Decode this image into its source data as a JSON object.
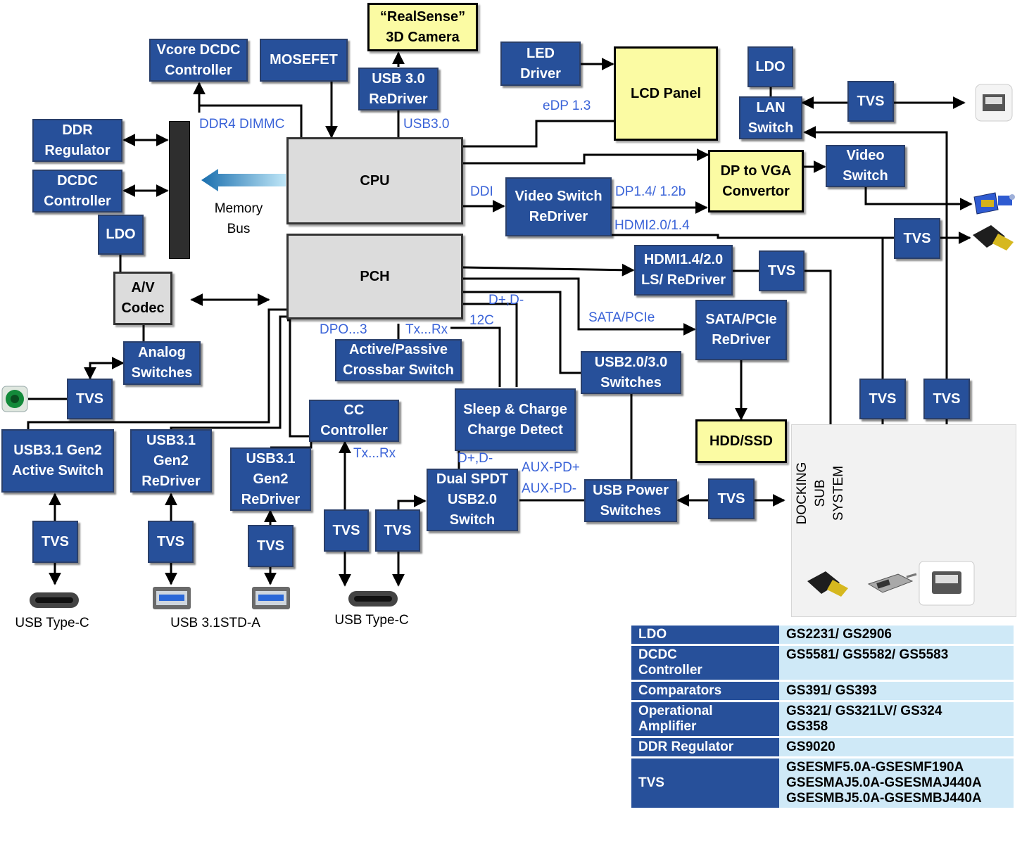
{
  "blocks": {
    "vcore": "Vcore DCDC\nController",
    "mosefet": "MOSEFET",
    "realsense": "“RealSense”\n3D Camera",
    "usb30redriver": "USB 3.0\nReDriver",
    "led": "LED\nDriver",
    "lcd": "LCD Panel",
    "ldo_top": "LDO",
    "lan": "LAN\nSwitch",
    "tvs_lan": "TVS",
    "ddr_reg": "DDR\nRegulator",
    "dcdc": "DCDC\nController",
    "ldo_left": "LDO",
    "cpu": "CPU",
    "dp2vga": "DP to VGA\nConvertor",
    "video_switch": "Video\nSwitch",
    "vsr": "Video Switch\nReDriver",
    "tvs_hdmi": "TVS",
    "pch": "PCH",
    "av": "A/V\nCodec",
    "hdmi14": "HDMI1.4/2.0\nLS/ ReDriver",
    "tvs_hdmi14": "TVS",
    "sata": "SATA/PCIe\nReDriver",
    "analog": "Analog\nSwitches",
    "crossbar": "Active/Passive\nCrossbar Switch",
    "usbsw": "USB2.0/3.0\nSwitches",
    "tvs_audio": "TVS",
    "tvs_dock1": "TVS",
    "tvs_dock2": "TVS",
    "hdd": "HDD/SSD",
    "sleep": "Sleep & Charge\nCharge Detect",
    "cc": "CC\nController",
    "usb31as": "USB3.1 Gen2\nActive Switch",
    "usb31r1": "USB3.1\nGen2\nReDriver",
    "usb31r2": "USB3.1\nGen2\nReDriver",
    "dualspdt": "Dual SPDT\nUSB2.0\nSwitch",
    "usbpwr": "USB Power\nSwitches",
    "tvs_pwr": "TVS",
    "tvs_c1": "TVS",
    "tvs_a1": "TVS",
    "tvs_a2": "TVS",
    "tvs_c2a": "TVS",
    "tvs_c2b": "TVS"
  },
  "labels": {
    "ddr4": "DDR4 DIMMC",
    "usb30": "USB3.0",
    "edp": "eDP 1.3",
    "ddi": "DDI",
    "dp14": "DP1.4/ 1.2b",
    "hdmi20": "HDMI2.0/1.4",
    "memory_bus": "Memory\nBus",
    "dpo": "DPO...3",
    "txrx1": "Tx...Rx",
    "dpdm1": "D+,D-",
    "i2c": "12C",
    "sata_pcie": "SATA/PCIe",
    "txrx2": "Tx...Rx",
    "dpdm2": "D+,D-",
    "auxpd1": "AUX-PD+",
    "auxpd2": "AUX-PD-",
    "usb_type_c_1": "USB Type-C",
    "usb31_std_a": "USB 3.1STD-A",
    "usb_type_c_2": "USB Type-C",
    "docking": "DOCKING\nSUB SYSTEM"
  },
  "parts_table": [
    {
      "k": "LDO",
      "v": "GS2231/ GS2906"
    },
    {
      "k": "DCDC\nController",
      "v": "GS5581/ GS5582/ GS5583\n "
    },
    {
      "k": "Comparators",
      "v": "GS391/ GS393"
    },
    {
      "k": "Operational\nAmplifier",
      "v": "GS321/ GS321LV/  GS324\nGS358"
    },
    {
      "k": "DDR Regulator",
      "v": "GS9020"
    },
    {
      "k": "TVS",
      "v": "GSESMF5.0A-GSESMF190A\nGSESMAJ5.0A-GSESMAJ440A\nGSESMBJ5.0A-GSESMBJ440A"
    }
  ],
  "colors": {
    "block_blue": "#27509a",
    "block_yellow": "#fbfba3",
    "block_gray": "#dcdcdc",
    "label_blue": "#3a63d8",
    "table_key": "#27509a",
    "table_value": "#cfe9f7"
  },
  "icons": [
    "rj45-port-icon",
    "vga-connector-icon",
    "hdmi-connector-icon",
    "audio-jack-icon",
    "usb-type-c-port-icon",
    "usb-a-port-icon",
    "displayport-connector-icon"
  ]
}
